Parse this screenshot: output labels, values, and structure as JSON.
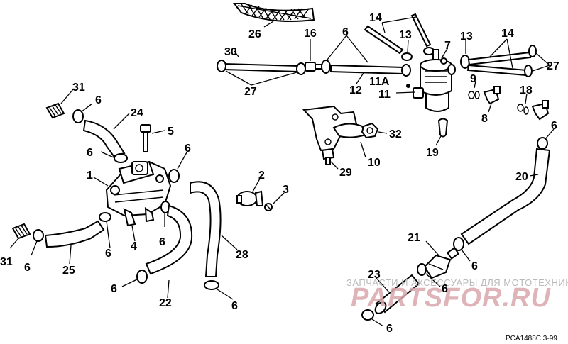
{
  "labels": {
    "l1": "1",
    "l2": "2",
    "l3": "3",
    "l4": "4",
    "l5": "5",
    "l6": "6",
    "l7": "7",
    "l8": "8",
    "l9": "9",
    "l10": "10",
    "l11": "11",
    "l11a": "11A",
    "l12": "12",
    "l13": "13",
    "l14": "14",
    "l16": "16",
    "l18": "18",
    "l19": "19",
    "l20": "20",
    "l21": "21",
    "l22": "22",
    "l23": "23",
    "l24": "24",
    "l25": "25",
    "l26": "26",
    "l27": "27",
    "l28": "28",
    "l29": "29",
    "l30": "30",
    "l31": "31",
    "l32": "32"
  },
  "watermark": {
    "small": "ЗАПЧАСТИ И АКСЕССУАРЫ ДЛЯ МОТОТЕХНИКИ",
    "big": "PARTSFOR.RU"
  },
  "figure_code": "PCA1488C  3-99"
}
